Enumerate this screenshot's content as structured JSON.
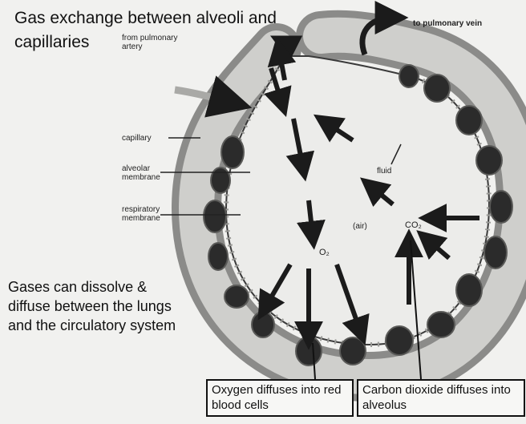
{
  "title": "Gas exchange between alveoli and capillaries",
  "labels": {
    "from_artery": "from pulmonary artery",
    "to_vein": "to pulmonary vein",
    "capillary": "capillary",
    "alveolar_membrane": "alveolar membrane",
    "respiratory_membrane": "respiratory membrane",
    "fluid": "fluid",
    "air": "(air)",
    "o2": "O₂",
    "co2": "CO₂"
  },
  "caption": "Gases can dissolve & diffuse between the lungs and the circulatory system",
  "callouts": {
    "oxygen": "Oxygen diffuses into red blood cells",
    "carbon_dioxide": "Carbon dioxide diffuses into alveolus"
  }
}
